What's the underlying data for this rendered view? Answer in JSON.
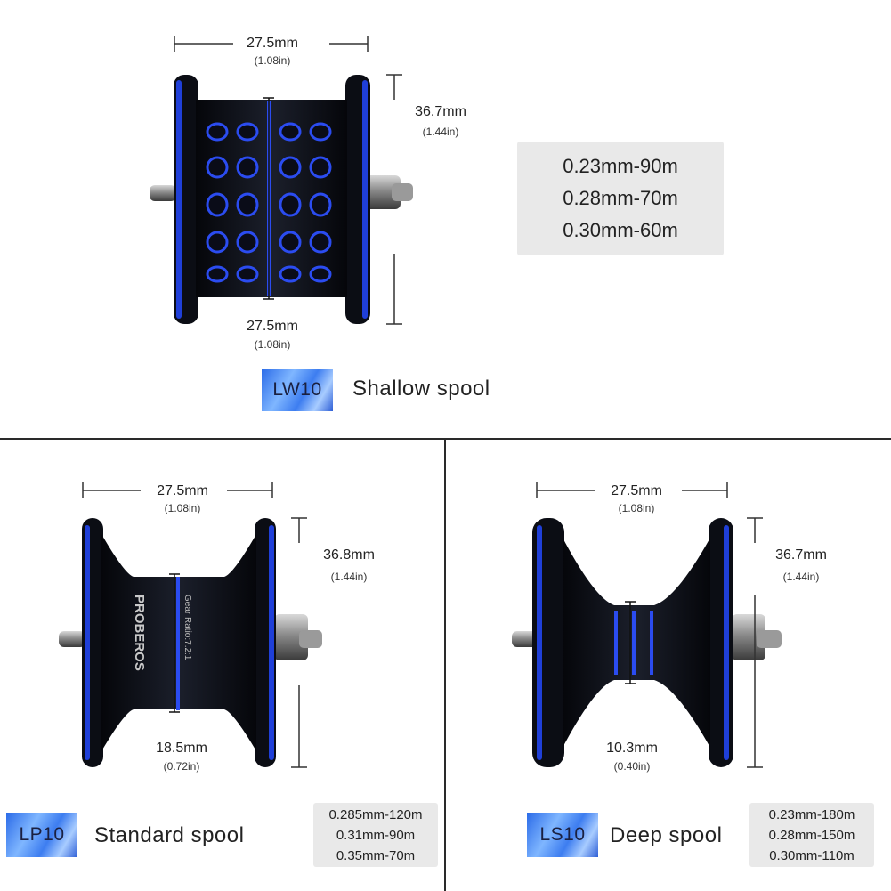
{
  "shallow": {
    "width_top": {
      "mm": "27.5mm",
      "in": "(1.08in)"
    },
    "height": {
      "mm": "36.7mm",
      "in": "(1.44in)"
    },
    "width_bottom": {
      "mm": "27.5mm",
      "in": "(1.08in)"
    },
    "model": "LW10",
    "name": "Shallow spool",
    "capacity": [
      "0.23mm-90m",
      "0.28mm-70m",
      "0.30mm-60m"
    ]
  },
  "standard": {
    "width_top": {
      "mm": "27.5mm",
      "in": "(1.08in)"
    },
    "height": {
      "mm": "36.8mm",
      "in": "(1.44in)"
    },
    "core": {
      "mm": "18.5mm",
      "in": "(0.72in)"
    },
    "model": "LP10",
    "name": "Standard spool",
    "capacity": [
      "0.285mm-120m",
      "0.31mm-90m",
      "0.35mm-70m"
    ],
    "spool_brand": "PROBEROS",
    "spool_print": "Gear Ratio:7.2:1"
  },
  "deep": {
    "width_top": {
      "mm": "27.5mm",
      "in": "(1.08in)"
    },
    "height": {
      "mm": "36.7mm",
      "in": "(1.44in)"
    },
    "core": {
      "mm": "10.3mm",
      "in": "(0.40in)"
    },
    "model": "LS10",
    "name": "Deep spool",
    "capacity": [
      "0.23mm-180m",
      "0.28mm-150m",
      "0.30mm-110m"
    ]
  },
  "colors": {
    "accent_blue": "#1f3fd8",
    "body_black": "#0b0d14",
    "spec_box_bg": "#e9e9e9",
    "divider": "#2a2a2a"
  }
}
